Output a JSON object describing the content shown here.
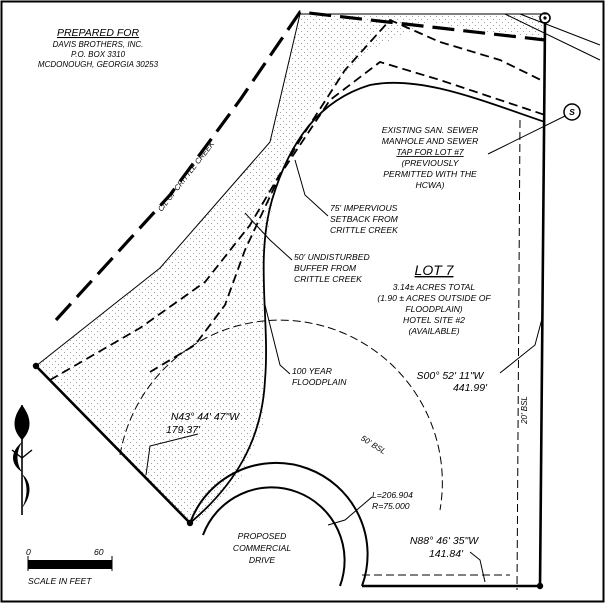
{
  "prepared_for": {
    "heading": "PREPARED FOR",
    "line1": "DAVIS BROTHERS, INC.",
    "line2": "P.O. BOX 3310",
    "line3": "MCDONOUGH, GEORGIA 30253"
  },
  "creek_label": "C/L OF CRITTLE CREEK",
  "sewer_note": [
    "EXISTING SAN. SEWER",
    "MANHOLE AND SEWER",
    "TAP FOR LOT #7",
    "(PREVIOUSLY",
    "PERMITTED WITH THE",
    "HCWA)"
  ],
  "sewer_symbol": "S",
  "setback_note": [
    "75' IMPERVIOUS",
    "SETBACK FROM",
    "CRITTLE CREEK"
  ],
  "buffer_note": [
    "50' UNDISTURBED",
    "BUFFER  FROM",
    "CRITTLE CREEK"
  ],
  "floodplain_note": [
    "100 YEAR",
    "FLOODPLAIN"
  ],
  "lot": {
    "title": "LOT 7",
    "details": [
      "3.14± ACRES TOTAL",
      "(1.90 ± ACRES OUTSIDE OF",
      "FLOODPLAIN)",
      "HOTEL SITE #2",
      "(AVAILABLE)"
    ]
  },
  "bearings": {
    "east_bearing": "S00° 52' 11\"W",
    "east_distance": "441.99'",
    "west_bearing": "N43° 44' 47\"W",
    "west_distance": "179.37'",
    "south_bearing": "N88° 46' 35\"W",
    "south_distance": "141.84'"
  },
  "curve": {
    "length": "L=206.904",
    "radius": "R=75.000"
  },
  "bsl_east": "20' BSL",
  "bsl_curve": "50' BSL",
  "proposed_drive": [
    "PROPOSED",
    "COMMERCIAL",
    "DRIVE"
  ],
  "scale": {
    "zero": "0",
    "sixty": "60",
    "caption": "SCALE IN FEET"
  },
  "colors": {
    "ink": "#000000",
    "paper": "#ffffff",
    "stipple": "#8a8a8a"
  }
}
